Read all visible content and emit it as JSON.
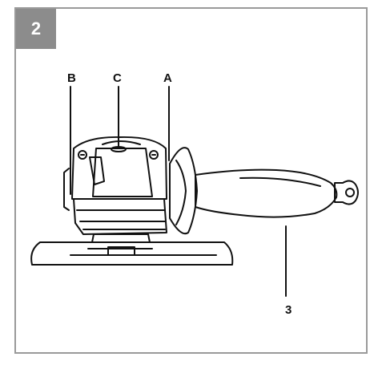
{
  "figure": {
    "number": "2"
  },
  "callouts": {
    "a": "A",
    "b": "B",
    "c": "C",
    "handle": "3"
  },
  "colors": {
    "frame": "#9a9a9a",
    "badge": "#8c8c8c",
    "ink": "#111111"
  }
}
